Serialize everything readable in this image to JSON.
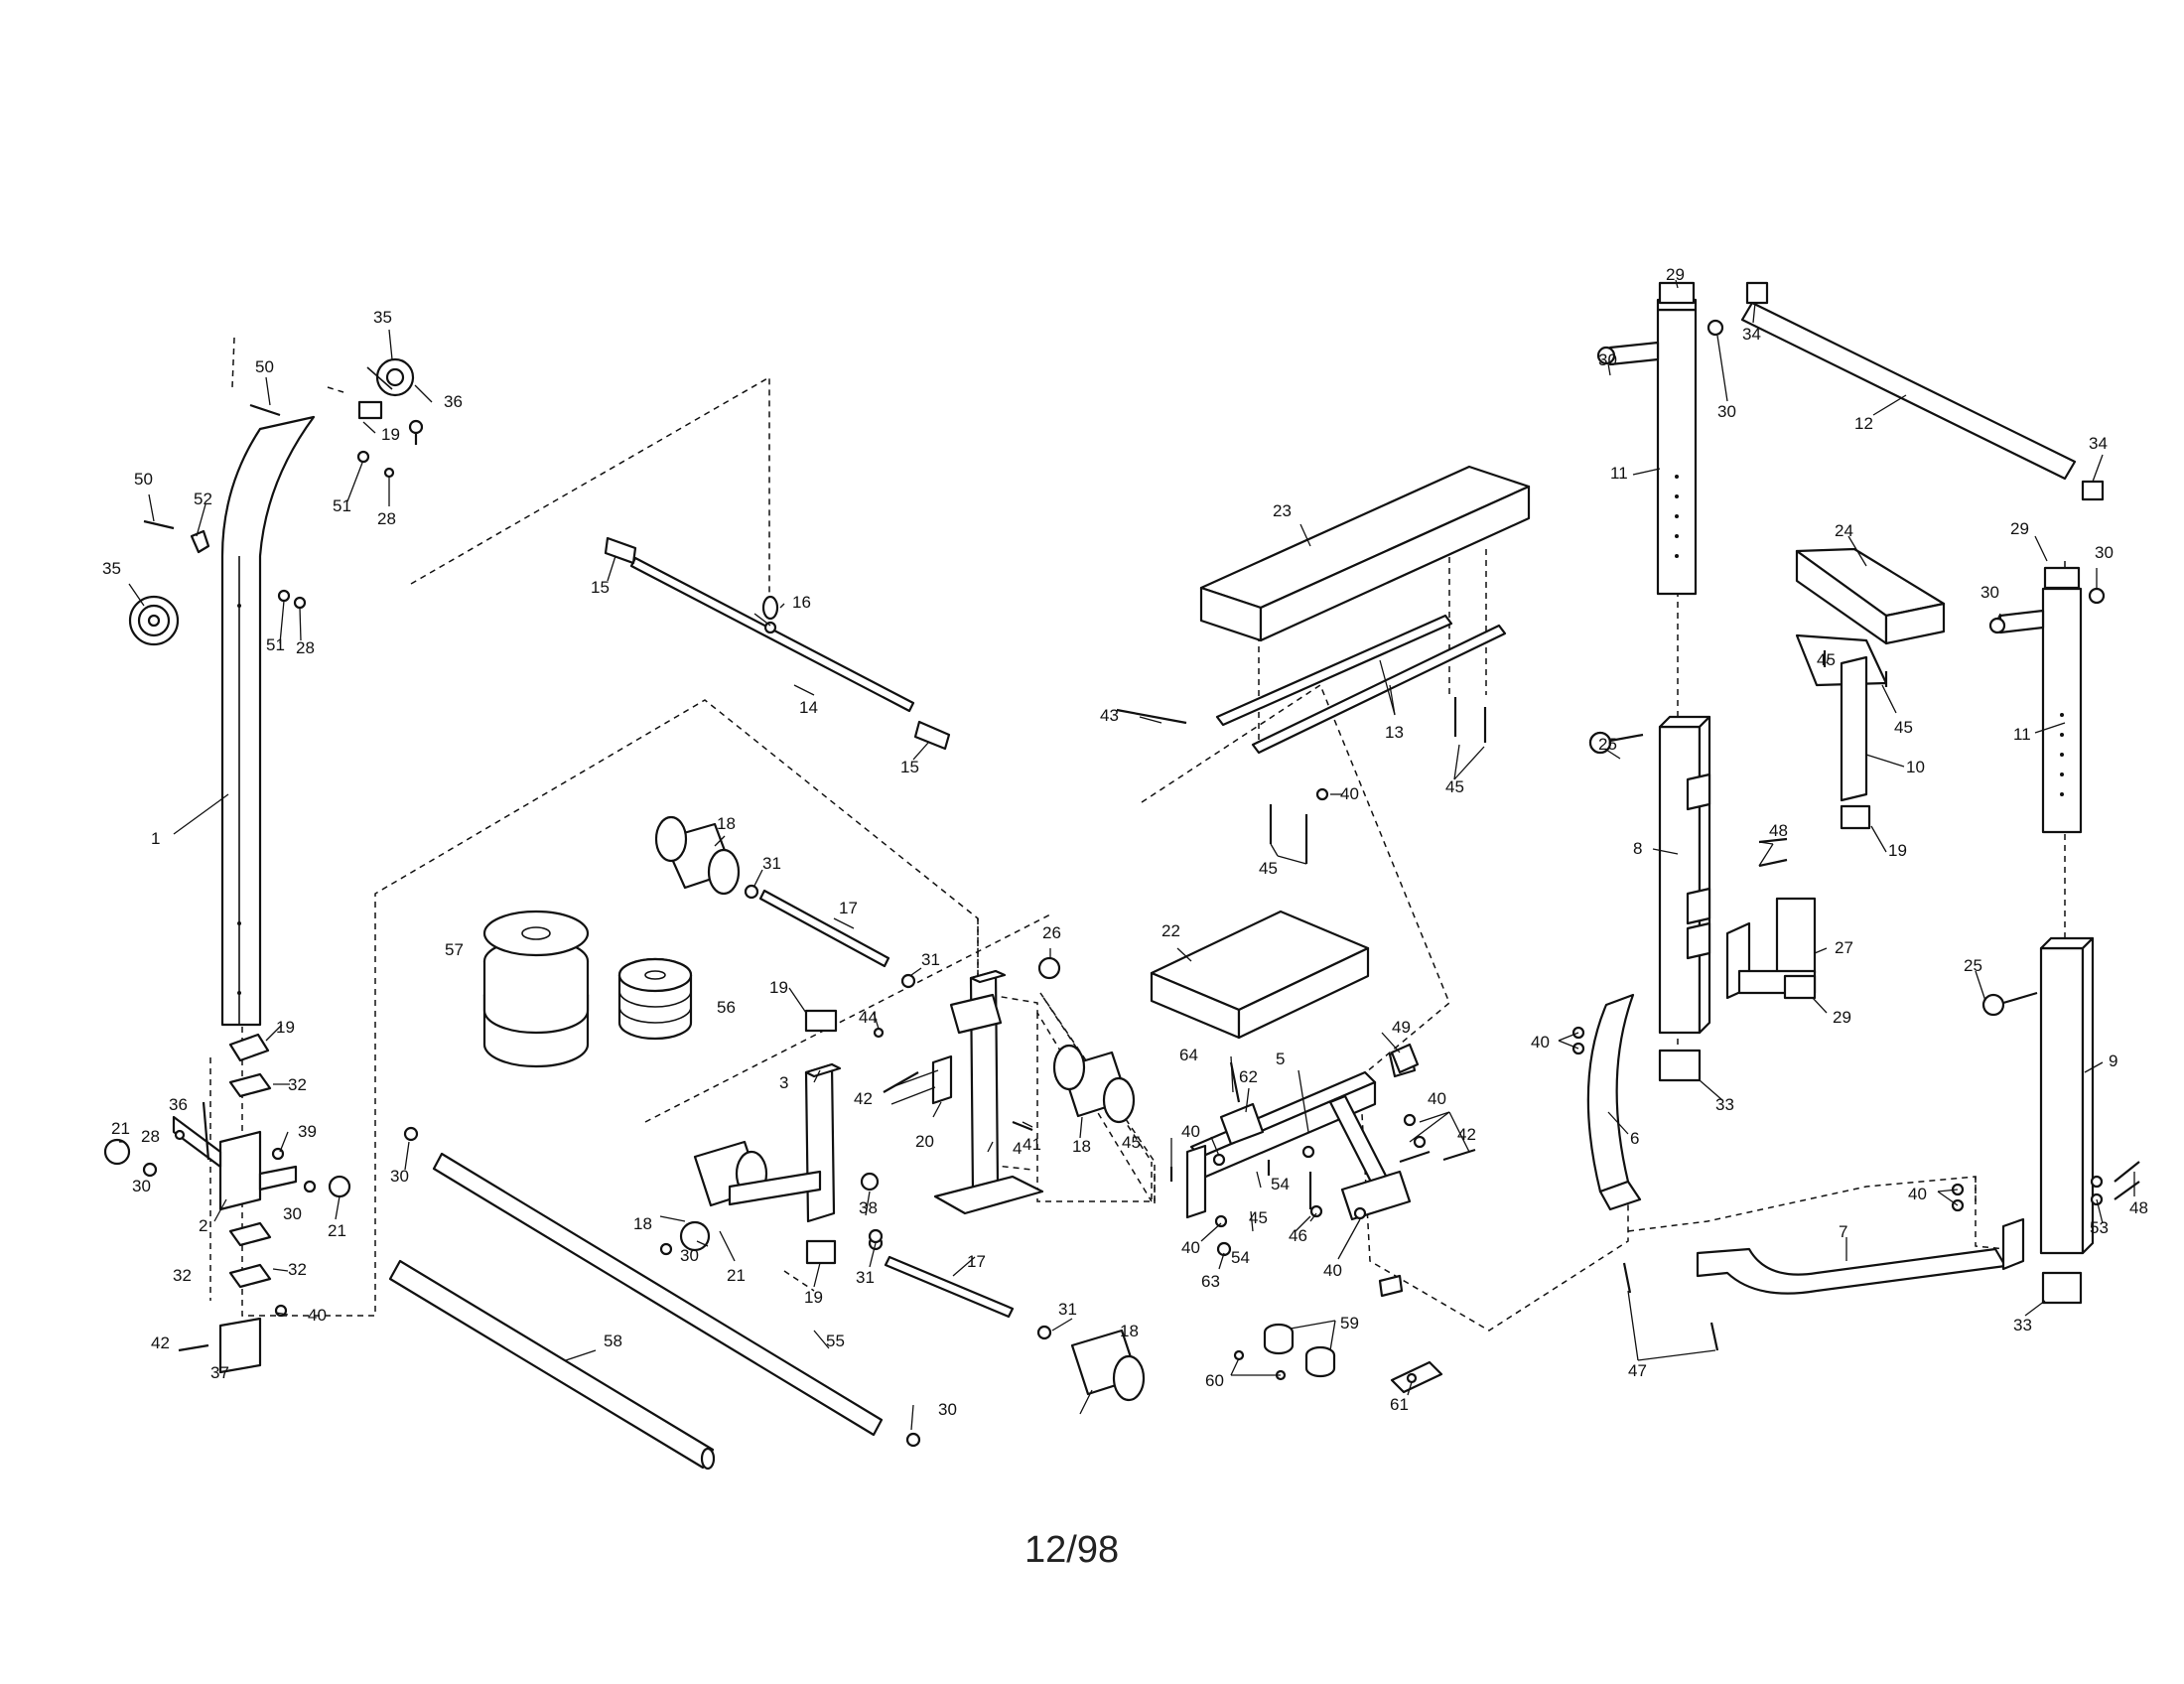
{
  "date_code": "12/98",
  "part_numbers": [
    "1",
    "2",
    "3",
    "4",
    "5",
    "6",
    "7",
    "8",
    "9",
    "10",
    "11",
    "12",
    "13",
    "14",
    "15",
    "16",
    "17",
    "18",
    "19",
    "20",
    "21",
    "22",
    "23",
    "24",
    "25",
    "26",
    "27",
    "28",
    "29",
    "30",
    "31",
    "32",
    "33",
    "34",
    "35",
    "36",
    "37",
    "38",
    "39",
    "40",
    "41",
    "42",
    "44",
    "45",
    "46",
    "47",
    "48",
    "49",
    "50",
    "51",
    "52",
    "53",
    "54",
    "55",
    "56",
    "57",
    "58",
    "59",
    "60",
    "61",
    "62",
    "63",
    "64"
  ],
  "callouts": [
    "35",
    "50",
    "36",
    "19",
    "51",
    "28",
    "50",
    "52",
    "35",
    "51",
    "28",
    "1",
    "19",
    "21",
    "36",
    "28",
    "32",
    "39",
    "30",
    "30",
    "21",
    "2",
    "32",
    "32",
    "42",
    "40",
    "37",
    "30",
    "15",
    "16",
    "14",
    "15",
    "18",
    "31",
    "17",
    "31",
    "26",
    "57",
    "56",
    "44",
    "19",
    "3",
    "42",
    "41",
    "20",
    "4",
    "18",
    "18",
    "38",
    "30",
    "21",
    "31",
    "19",
    "17",
    "31",
    "18",
    "55",
    "58",
    "30",
    "23",
    "43",
    "13",
    "40",
    "45",
    "45",
    "22",
    "64",
    "62",
    "49",
    "5",
    "40",
    "45",
    "40",
    "42",
    "45",
    "54",
    "46",
    "40",
    "63",
    "54",
    "40",
    "59",
    "60",
    "61",
    "29",
    "34",
    "30",
    "30",
    "12",
    "34",
    "11",
    "24",
    "29",
    "30",
    "30",
    "25",
    "45",
    "10",
    "45",
    "11",
    "8",
    "48",
    "19",
    "27",
    "25",
    "29",
    "40",
    "33",
    "6",
    "9",
    "40",
    "53",
    "48",
    "7",
    "47",
    "33"
  ]
}
